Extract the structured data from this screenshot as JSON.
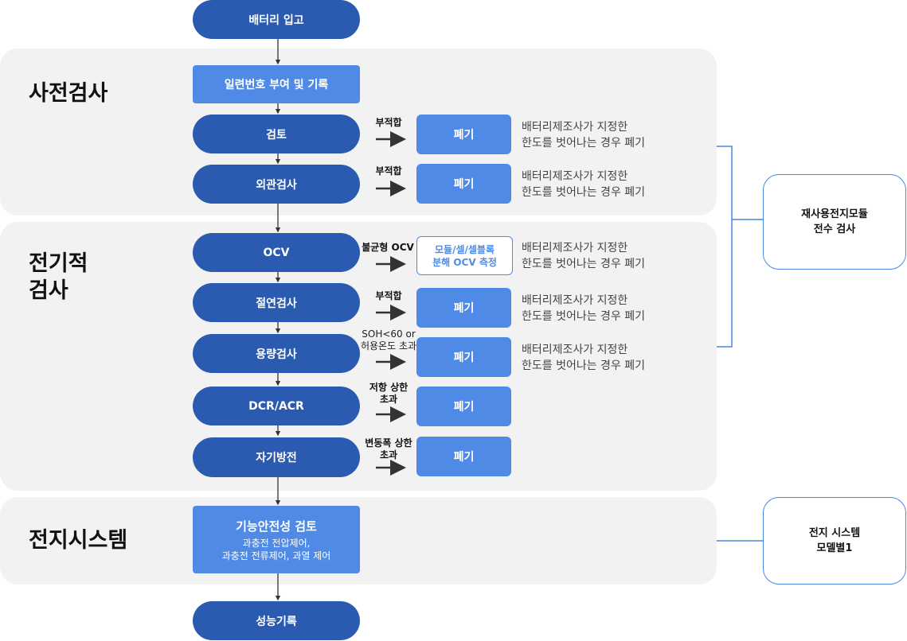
{
  "start": "배터리 입고",
  "end": "성능기록",
  "sections": {
    "pre": "사전검사",
    "elec": "전기적\n검사",
    "system": "전지시스템"
  },
  "steps": {
    "serial": "일련번호 부여 및 기록",
    "review": "검토",
    "visual": "외관검사",
    "ocv": "OCV",
    "insulation": "절연검사",
    "capacity": "용량검사",
    "dcr": "DCR/ACR",
    "selfdis": "자기방전"
  },
  "safety": {
    "title": "기능안전성 검토",
    "detail": "과충전 전압제어,\n과충전 전류제어, 과열 제어"
  },
  "conditions": {
    "review": "부적합",
    "visual": "부적합",
    "ocv": "불균형 OCV",
    "insulation": "부적합",
    "capacity": "SOH<60 or\n허용온도 초과",
    "dcr": "저항 상한\n초과",
    "selfdis": "변동폭 상한\n초과"
  },
  "discard": "폐기",
  "ocv_action": "모듈/셀/셀블록\n분해 OCV 측정",
  "desc": "배터리제조사가 지정한\n한도를 벗어나는 경우 폐기",
  "side": {
    "reuse": "재사용전지모듈\n전수 검사",
    "system": "전지 시스템\n모델별1"
  },
  "colors": {
    "dark": "#2a5bb0",
    "light": "#4f8be6",
    "panel": "#f2f2f2"
  }
}
